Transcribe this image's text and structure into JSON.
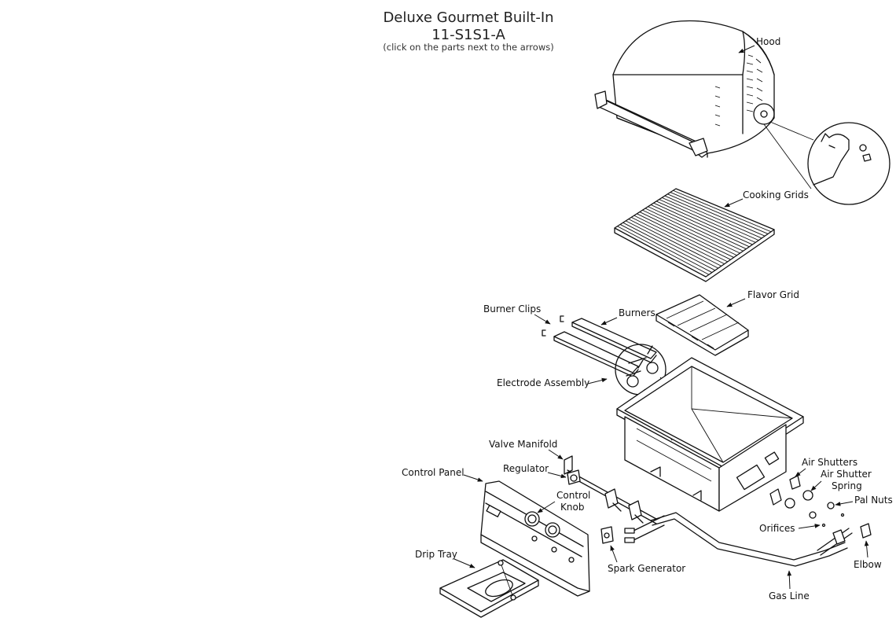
{
  "header": {
    "title_line1": "Deluxe Gourmet Built-In",
    "title_line2": "11-S1S1-A",
    "subtitle": "(click on the parts next to the arrows)"
  },
  "parts": {
    "hood": "Hood",
    "cooking_grids": "Cooking Grids",
    "flavor_grid": "Flavor Grid",
    "burner_clips": "Burner Clips",
    "burners": "Burners",
    "electrode_assembly": "Electrode Assembly",
    "valve_manifold": "Valve Manifold",
    "regulator": "Regulator",
    "control_panel": "Control Panel",
    "control_knob_line1": "Control",
    "control_knob_line2": "Knob",
    "air_shutters": "Air Shutters",
    "air_shutter_spring_line1": "Air Shutter",
    "air_shutter_spring_line2": "Spring",
    "pal_nuts": "Pal Nuts",
    "orifices": "Orifices",
    "elbow": "Elbow",
    "spark_generator": "Spark Generator",
    "drip_tray": "Drip Tray",
    "gas_line": "Gas Line"
  }
}
